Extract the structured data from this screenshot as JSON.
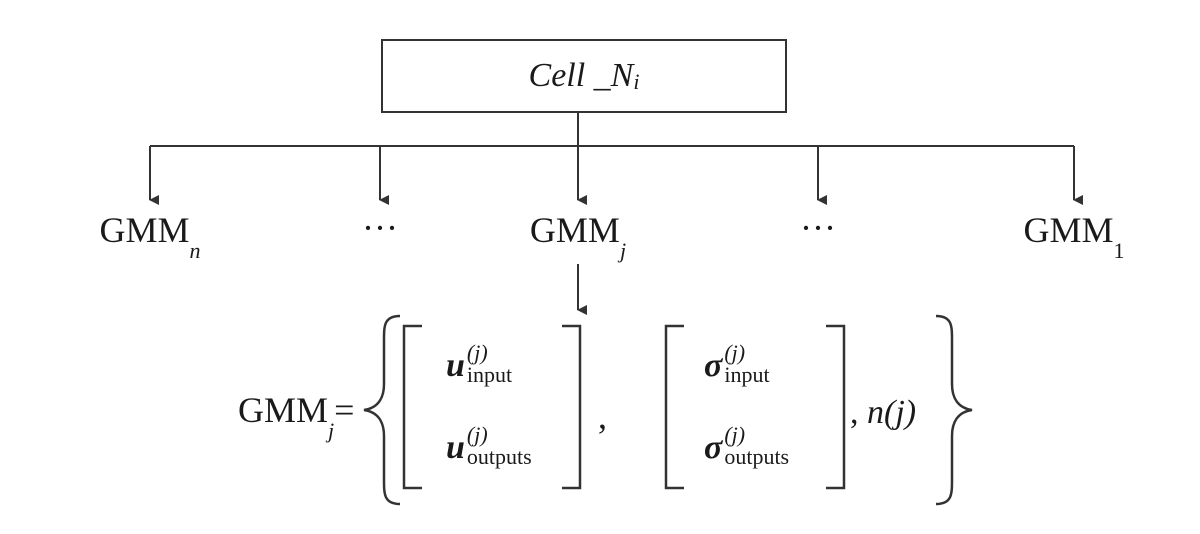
{
  "root": {
    "name": "Cell _N",
    "subscript": "i"
  },
  "children": [
    {
      "type": "gmm",
      "name": "GMM",
      "subscript": "n",
      "sub_italic": true
    },
    {
      "type": "ellipsis",
      "text": "···"
    },
    {
      "type": "gmm",
      "name": "GMM",
      "subscript": "j",
      "sub_italic": true
    },
    {
      "type": "ellipsis",
      "text": "···"
    },
    {
      "type": "gmm",
      "name": "GMM",
      "subscript": "1",
      "sub_italic": false
    }
  ],
  "definition": {
    "lhs": "GMM",
    "lhs_subscript": "j",
    "equals": "=",
    "mean_vector": [
      {
        "symbol": "u",
        "superscript": "(j)",
        "subscript": "input"
      },
      {
        "symbol": "u",
        "superscript": "(j)",
        "subscript": "outputs"
      }
    ],
    "sigma_vector": [
      {
        "symbol": "σ",
        "superscript": "(j)",
        "subscript": "input"
      },
      {
        "symbol": "σ",
        "superscript": "(j)",
        "subscript": "outputs"
      }
    ],
    "separator": ",",
    "count_term": {
      "symbol": "n",
      "argument": "(j)"
    }
  },
  "colors": {
    "stroke": "#333333",
    "text": "#1a1a1a",
    "background": "#ffffff"
  }
}
